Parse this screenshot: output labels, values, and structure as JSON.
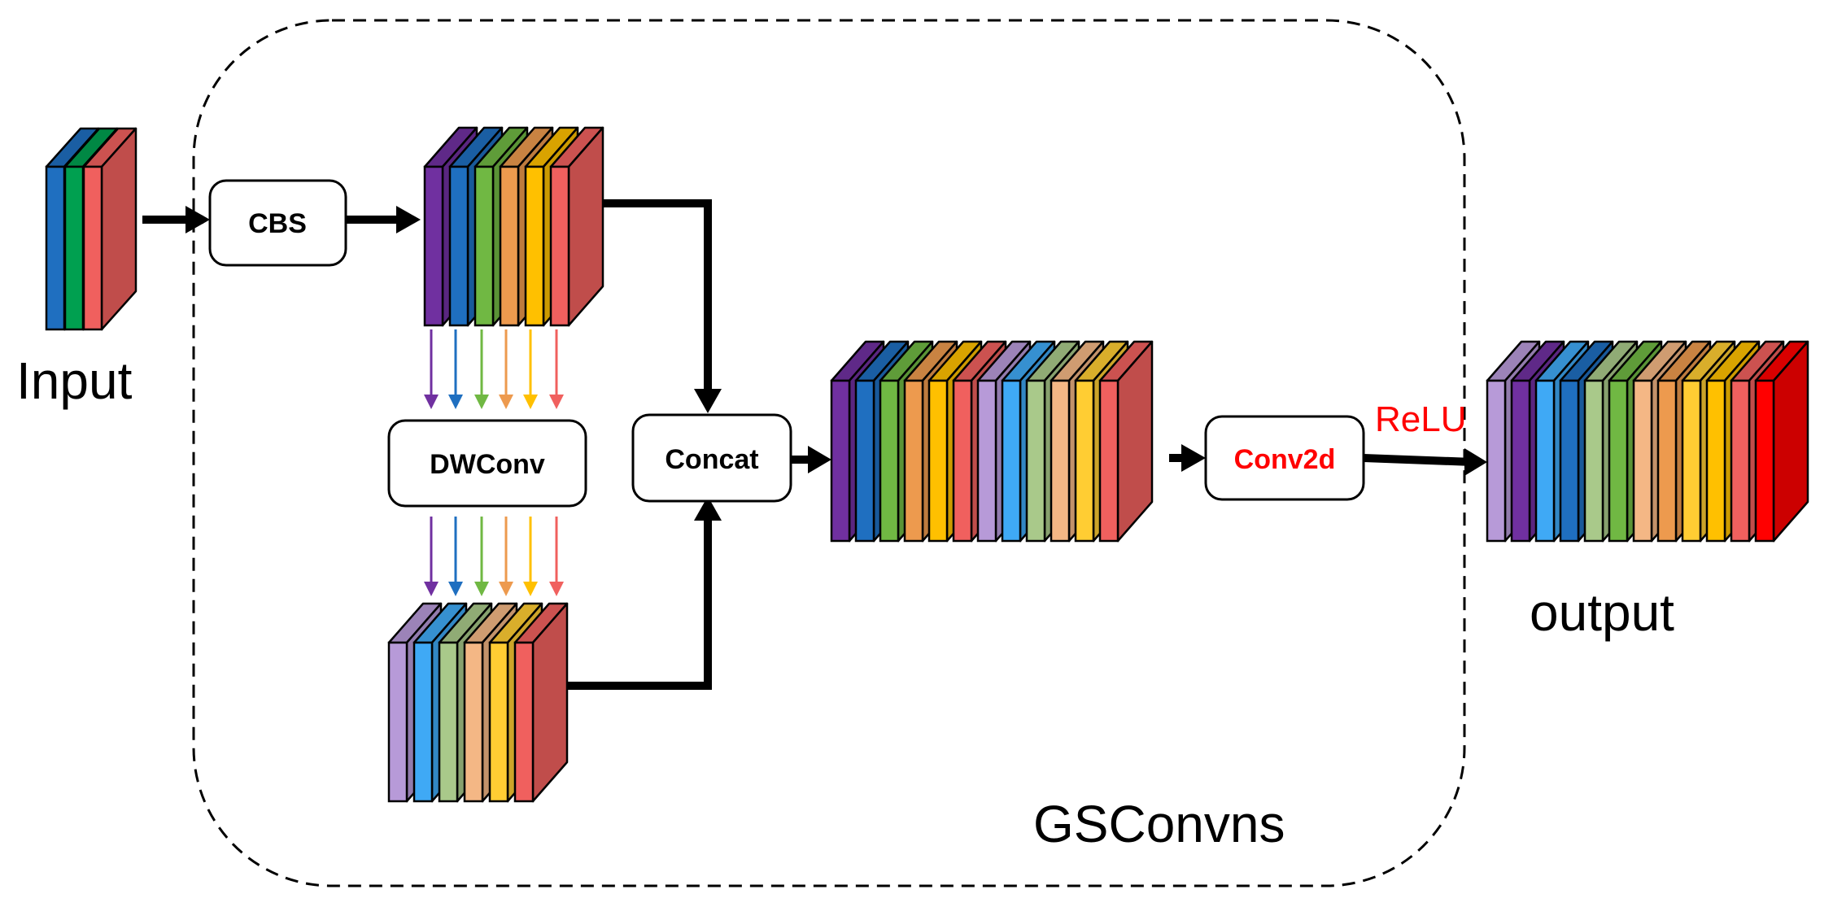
{
  "labels": {
    "input": "Input",
    "output": "output",
    "module": "GSConvns",
    "activation": "ReLU"
  },
  "blocks": {
    "cbs": "CBS",
    "dwconv": "DWConv",
    "concat": "Concat",
    "conv2d": "Conv2d"
  },
  "colors": {
    "purple": "#7030A0",
    "blue": "#1F6FC0",
    "green": "#00A050",
    "lightgreen": "#70B843",
    "orange": "#ED9A4E",
    "yellow": "#FFC000",
    "red": "#F0605E",
    "lavender": "#B79AD8",
    "skyblue": "#3FA9F5",
    "sage": "#A9C98A",
    "peach": "#F4B785",
    "gold": "#FFCD33",
    "brightred": "#FF0000",
    "conv2d_text": "#FF0000",
    "relu_text": "#FF0000",
    "line": "#000000"
  },
  "stacks": {
    "input": [
      "blue",
      "green",
      "red"
    ],
    "cbs_out": [
      "purple",
      "blue",
      "lightgreen",
      "orange",
      "yellow",
      "red"
    ],
    "dw_out": [
      "lavender",
      "skyblue",
      "sage",
      "peach",
      "gold",
      "red"
    ],
    "concat_out": [
      "purple",
      "blue",
      "lightgreen",
      "orange",
      "yellow",
      "red",
      "lavender",
      "skyblue",
      "sage",
      "peach",
      "gold",
      "red"
    ],
    "output": [
      "lavender",
      "purple",
      "skyblue",
      "blue",
      "sage",
      "lightgreen",
      "peach",
      "orange",
      "gold",
      "yellow",
      "red",
      "brightred"
    ]
  },
  "dw_arrow_colors": [
    "purple",
    "blue",
    "lightgreen",
    "orange",
    "yellow",
    "red"
  ]
}
